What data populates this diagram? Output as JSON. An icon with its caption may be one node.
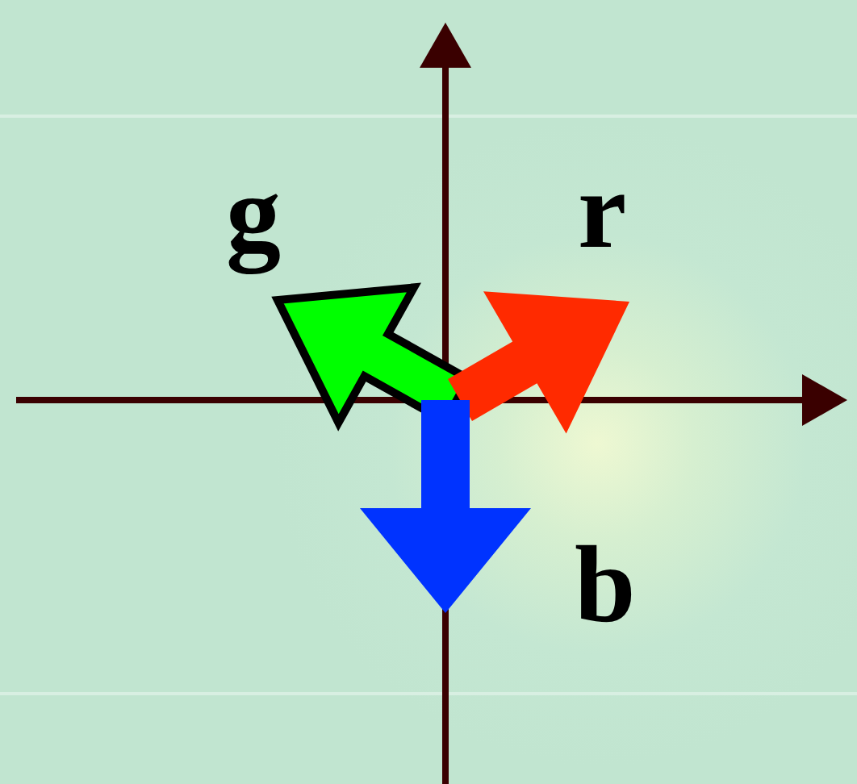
{
  "diagram": {
    "labels": [
      "g",
      "r",
      "b"
    ]
  }
}
